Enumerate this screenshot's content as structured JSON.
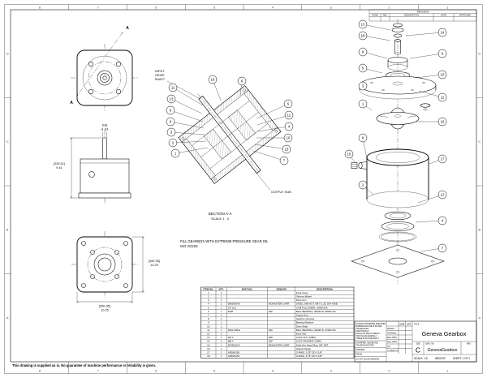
{
  "sheet": {
    "zones_h": [
      "8",
      "7",
      "6",
      "5",
      "4",
      "3",
      "2",
      "1"
    ],
    "zones_v": [
      "D",
      "C",
      "B",
      "A"
    ],
    "disclaimer": "This drawing is supplied as is.  No guarantee of machine performance or reliability is given."
  },
  "revisions": {
    "title": "REVISIONS",
    "columns": [
      "ZONE",
      "REV.",
      "DESCRIPTION",
      "DATE",
      "APPROVED"
    ]
  },
  "labels": {
    "section_letter": "A",
    "input_shaft": [
      "INPUT",
      "DRIVE",
      "SHAFT"
    ],
    "output_hub": "OUTPUT HUB",
    "section_caption": "SECTION A-A",
    "section_scale": "SCALE 1 : 3",
    "oil_note_line1": "FILL GEARBOX WITH  EXTREME PRESSURE GEAR OIL",
    "oil_note_line2": "ISO VG220."
  },
  "dims": {
    "shaft_dia_mm": "[16]",
    "shaft_dia_in": "⌀ .63",
    "height_mm": "[239.01]",
    "height_in": "9.41",
    "flange_mm": "[260.35]",
    "flange_in": "10.25"
  },
  "balloons": {
    "section": [
      "11",
      "13",
      "9",
      "8",
      "3",
      "2",
      "1",
      "16",
      "6",
      "5",
      "12",
      "4",
      "10",
      "15",
      "7"
    ],
    "exploded": [
      "13",
      "18",
      "9",
      "5",
      "3",
      "1",
      "8",
      "15",
      "2",
      "14",
      "6",
      "10",
      "11",
      "16",
      "17",
      "12",
      "4",
      "7"
    ]
  },
  "bom": {
    "columns": [
      "ITEM NO.",
      "QTY.",
      "PART NO.",
      "VENDOR",
      "DESCRIPTION"
    ],
    "rows": [
      [
        "1",
        "1",
        "",
        "",
        "Input Cover"
      ],
      [
        "2",
        "1",
        "",
        "",
        "Geneva Wheel"
      ],
      [
        "3",
        "1",
        "",
        "",
        "Drive Arm"
      ],
      [
        "4",
        "1",
        "90695A040",
        "MCMASTER-CARR",
        "STEEL JAM NUT, M8 X 1.25, DIN 439B"
      ],
      [
        "5",
        "1",
        "CF 10-1",
        "",
        "CAM FOLLOWER, 10MM DIA."
      ],
      [
        "6",
        "1",
        "6006",
        "SKF",
        "BALL BEARING, 30MM ID, 55MM OD"
      ],
      [
        "7",
        "1",
        "",
        "",
        "Output Hub"
      ],
      [
        "8",
        "1",
        "",
        "",
        "Gearbox Housing"
      ],
      [
        "9",
        "1",
        "",
        "",
        "Bearing Retainer"
      ],
      [
        "10",
        "1",
        "",
        "",
        "Drive Shaft"
      ],
      [
        "11",
        "1",
        "6204-2RSH",
        "SKF",
        "BALL BEARING, 20MM ID, 47MM OD"
      ],
      [
        "12",
        "1",
        "",
        "",
        "Input Hub"
      ],
      [
        "13",
        "1",
        "KM 4",
        "SKF",
        "LOCK NUT, 20MM"
      ],
      [
        "14",
        "1",
        "MB 4",
        "SKF",
        "LOCK WASHER, 20MM"
      ],
      [
        "15",
        "1",
        "50785K124",
        "MCMASTER-CARR",
        "Solid Hex Head Plug, 3/8\" NPT"
      ],
      [
        "16",
        "1",
        "",
        "",
        "Output Flange"
      ],
      [
        "17",
        "1",
        "AS568-250",
        "",
        "O-RING, 5.25\" OD X 1/8\""
      ],
      [
        "18",
        "1",
        "AS568-254",
        "",
        "O-RING, 5.75\" OD X 1/8\""
      ]
    ]
  },
  "title_block": {
    "tolerance_block": [
      "UNLESS OTHERWISE SPECIFIED:",
      "DIMENSIONS ARE IN INCHES",
      "TOLERANCES:",
      "FRACTIONAL ±",
      "ANGULAR: MACH ±  BEND ±",
      "TWO PLACE DECIMAL  ±",
      "THREE PLACE DECIMAL  ±",
      "INTERPRET GEOMETRIC",
      "TOLERANCING PER:",
      "MATERIAL",
      "FINISH",
      "DO NOT SCALE DRAWING"
    ],
    "name_label": "NAME",
    "date_label": "DATE",
    "approval_rows": [
      "DRAWN",
      "CHECKED",
      "ENG APPR.",
      "MFG APPR.",
      "Q.A.",
      "COMMENTS:"
    ],
    "title_label": "TITLE:",
    "title": "Geneva Gearbox",
    "size_label": "SIZE",
    "size": "C",
    "dwg_label": "DWG.  NO.",
    "dwg_no": "GenevaGearbox",
    "rev_label": "REV",
    "scale": "SCALE: 1:5",
    "weight": "WEIGHT:",
    "sheet": "SHEET 1 OF 1"
  }
}
